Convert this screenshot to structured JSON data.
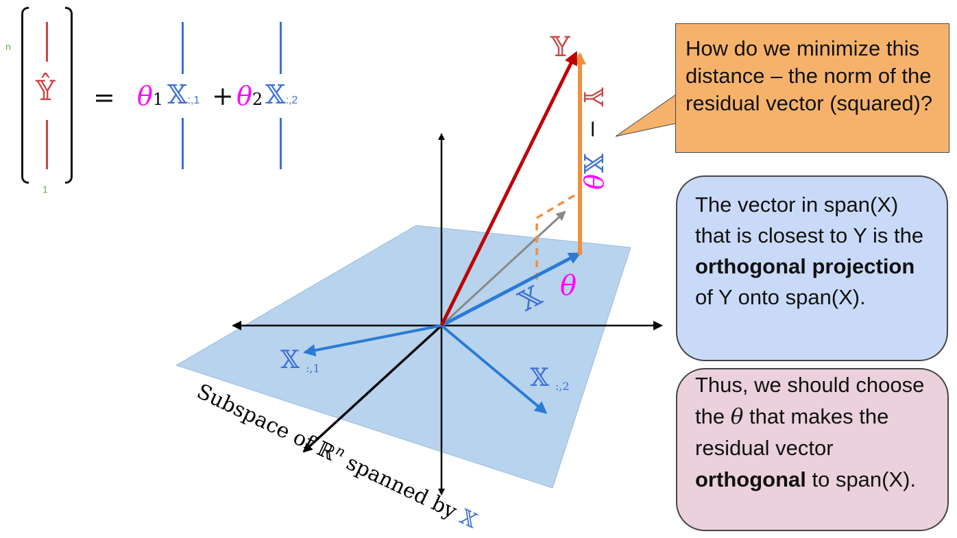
{
  "equation": {
    "dim_top": "n",
    "dim_bottom": "1",
    "lhs": "𝕐̂",
    "equals": "=",
    "theta1": "θ",
    "theta1_sub": "1",
    "x1": "𝕏",
    "x1_sub": ":,1",
    "plus": "+",
    "theta2": "θ",
    "theta2_sub": "2",
    "x2": "𝕏",
    "x2_sub": ":,2"
  },
  "diagram": {
    "y_label": "𝕐",
    "xtheta_x": "𝕏",
    "xtheta_theta": "θ",
    "x1_label": "𝕏",
    "x1_sub": ":,1",
    "x2_label": "𝕏",
    "x2_sub": ":,2",
    "residual_y": "𝕐",
    "residual_minus": "−",
    "residual_x": "𝕏",
    "residual_theta": "θ",
    "plane_caption_prefix": "Subspace of ",
    "plane_caption_R": "ℝ",
    "plane_caption_n": "n",
    "plane_caption_suffix": " spanned by ",
    "plane_caption_X": "𝕏"
  },
  "callouts": {
    "question": "How do we minimize this distance – the norm of the residual vector (squared)?",
    "blue": {
      "p1": "The vector in span(X) that is closest to Y is the ",
      "bold1": "orthogonal projection",
      "p2": " of Y onto span(X)."
    },
    "pink": {
      "p1": "Thus, we should choose the ",
      "theta": "θ",
      "p2": " that makes the residual vector ",
      "bold1": "orthogonal",
      "p3": " to span(X)."
    }
  },
  "colors": {
    "red": "#c00000",
    "blue": "#2b7bd4",
    "orange": "#f28e3c",
    "magenta": "#ff00ff",
    "x_blue": "#3d6fd6",
    "plane": "#b7d3ed",
    "gray": "#888888"
  }
}
